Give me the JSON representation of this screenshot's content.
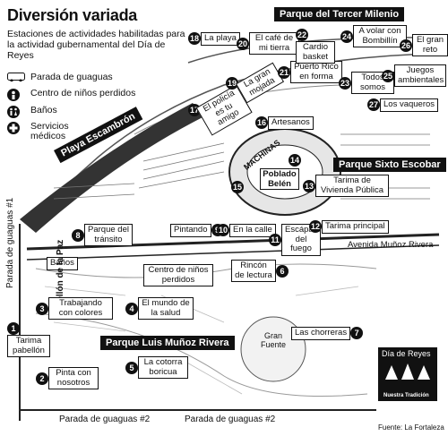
{
  "header": {
    "title": "Diversión variada",
    "subtitle": "Estaciones de actividades habilitadas para la actividad gubernamental del Día de Reyes"
  },
  "legend": [
    {
      "icon": "bus-icon",
      "label": "Parada de guaguas"
    },
    {
      "icon": "lost-children-icon",
      "label": "Centro de niños perdidos"
    },
    {
      "icon": "restroom-icon",
      "label": "Baños"
    },
    {
      "icon": "medical-cross-icon",
      "label": "Servicios médicos"
    }
  ],
  "places": {
    "parque_tercer_milenio": "Parque del Tercer Milenio",
    "playa_escambron": "Playa Escambrón",
    "parque_sixto_escobar": "Parque Sixto Escobar",
    "parque_luis_munoz_rivera": "Parque Luis Muñoz Rivera",
    "machinas": "MACHINAS",
    "poblado_belen": "Poblado Belén",
    "gran_fuente": "Gran Fuente",
    "avenida": "Avenida Muñoz Rivera"
  },
  "stations": [
    {
      "n": "1",
      "label": "Tarima pabellón"
    },
    {
      "n": "2",
      "label": "Pinta con nosotros"
    },
    {
      "n": "3",
      "label": "Trabajando con colores"
    },
    {
      "n": "4",
      "label": "El mundo de la salud"
    },
    {
      "n": "5",
      "label": "La cotorra boricua"
    },
    {
      "n": "6",
      "label": "Rincón de lectura"
    },
    {
      "n": "7",
      "label": "Las chorreras"
    },
    {
      "n": "8",
      "label": "Parque del tránsito"
    },
    {
      "n": "9",
      "label": "Pintando"
    },
    {
      "n": "10",
      "label": "En la calle"
    },
    {
      "n": "11",
      "label": "Escápate del fuego"
    },
    {
      "n": "12",
      "label": "Tarima principal"
    },
    {
      "n": "13",
      "label": "Tarima de Vivienda Pública"
    },
    {
      "n": "14",
      "label": ""
    },
    {
      "n": "15",
      "label": ""
    },
    {
      "n": "16",
      "label": "Artesanos"
    },
    {
      "n": "17",
      "label": "El policía es tu amigo"
    },
    {
      "n": "18",
      "label": "La playa"
    },
    {
      "n": "19",
      "label": "La gran mojada"
    },
    {
      "n": "20",
      "label": "El café de mi tierra"
    },
    {
      "n": "21",
      "label": "Puerto Rico en forma"
    },
    {
      "n": "22",
      "label": "Cardio basket"
    },
    {
      "n": "23",
      "label": "Todos somos"
    },
    {
      "n": "24",
      "label": "A volar con Bombillín"
    },
    {
      "n": "25",
      "label": "Juegos ambientales"
    },
    {
      "n": "26",
      "label": "El gran reto"
    },
    {
      "n": "27",
      "label": "Los vaqueros"
    }
  ],
  "labels": {
    "banos": "Baños",
    "centro_ninos": "Centro de niños perdidos",
    "pabellon_paz": "Pabellón de la Paz",
    "parada_left": "Parada de guaguas #1",
    "parada_bottom_1": "Parada de guaguas #2",
    "parada_bottom_2": "Parada de guaguas #2"
  },
  "logo": {
    "title": "Día de Reyes",
    "tagline": "Nuestra Tradición"
  },
  "source": "Fuente: La Fortaleza"
}
